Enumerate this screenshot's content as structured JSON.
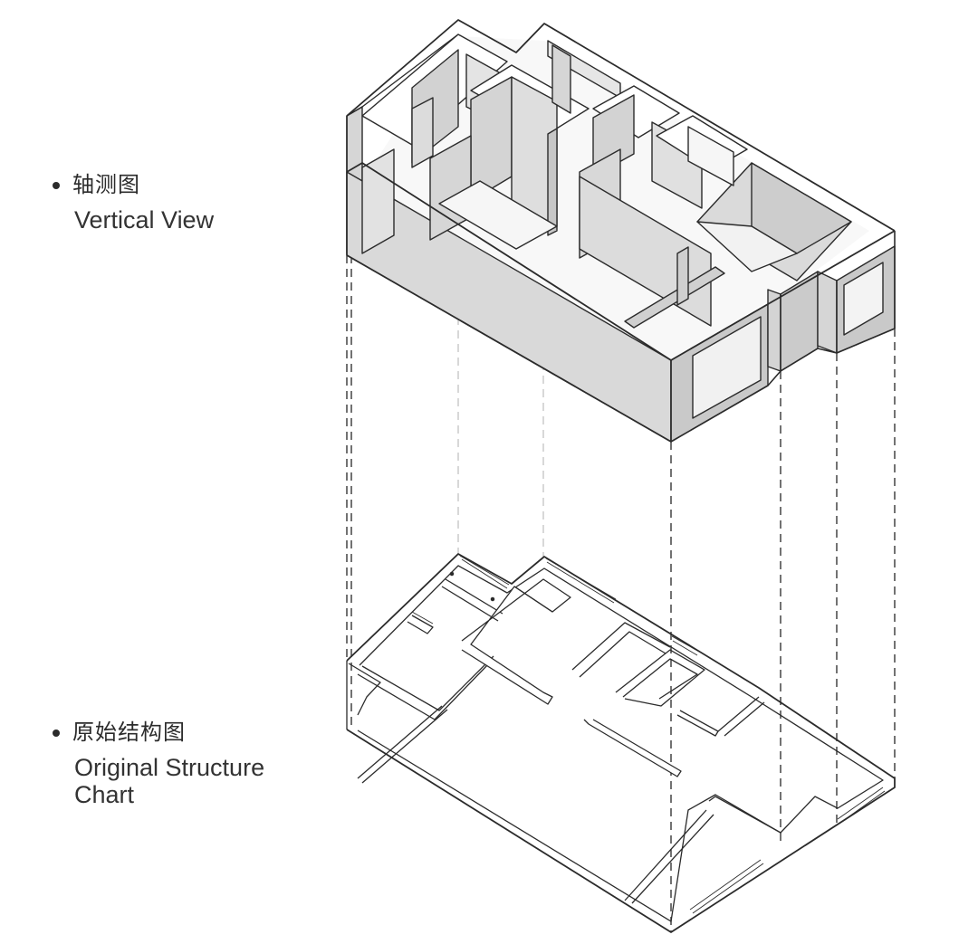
{
  "labels": {
    "vertical_view": {
      "bullet": "•",
      "cn": "轴测图",
      "en": "Vertical View"
    },
    "original_structure": {
      "bullet": "•",
      "cn": "原始结构图",
      "en_line1": "Original Structure",
      "en_line2": "Chart"
    }
  },
  "colors": {
    "background": "#ffffff",
    "wall_top": "#ffffff",
    "wall_side_light": "#dcdcdc",
    "wall_side_dark": "#c8c8c8",
    "floor": "#f7f7f7",
    "line": "#2b2b2b",
    "dashed_line": "#444444",
    "dashed_line_light": "#bdbdbd",
    "text": "#2b2b2b"
  },
  "diagram": {
    "type": "isometric exploded floor plan",
    "layers": [
      "3D axonometric wall model",
      "2D original structure floor plan"
    ],
    "projection_lines": "dashed vertical lines connecting model corners to plan corners"
  }
}
